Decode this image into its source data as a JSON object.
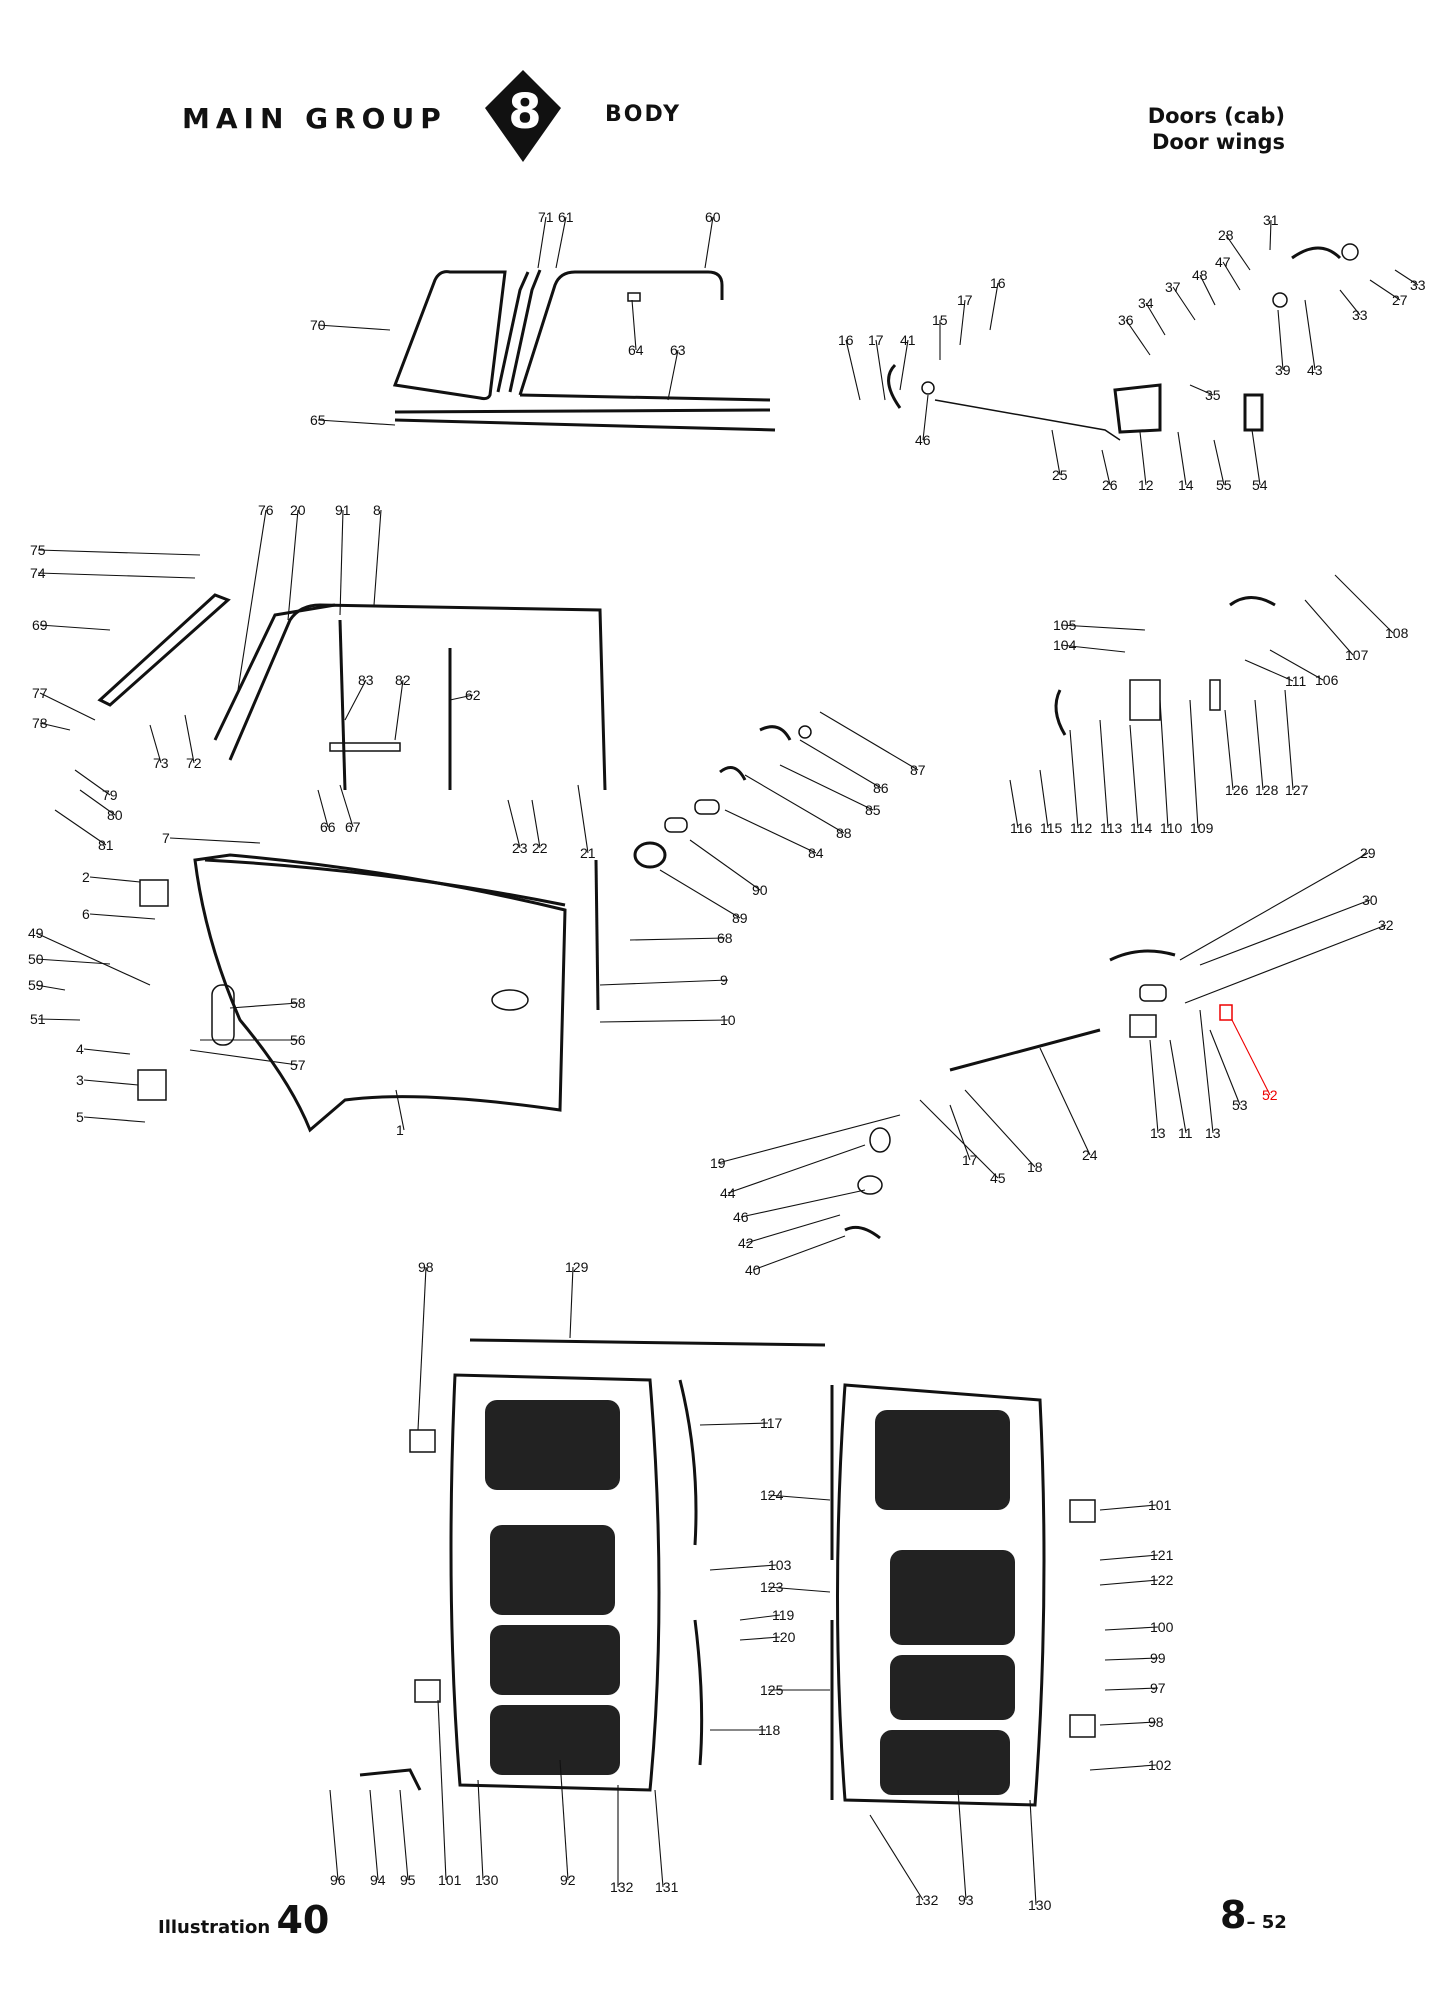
{
  "header": {
    "main_group": "MAIN GROUP",
    "group_number": "8",
    "group_name": "BODY",
    "subtitle_1": "Doors (cab)",
    "subtitle_2": "Door wings"
  },
  "footer": {
    "illustration_label": "Illustration",
    "illustration_number": "40",
    "page_main": "8",
    "page_sub": "– 52"
  },
  "callouts": [
    "71",
    "61",
    "60",
    "70",
    "64",
    "63",
    "65",
    "31",
    "28",
    "47",
    "48",
    "37",
    "36",
    "34",
    "35",
    "16",
    "17",
    "15",
    "16",
    "17",
    "41",
    "46",
    "25",
    "26",
    "12",
    "14",
    "55",
    "54",
    "39",
    "43",
    "33",
    "27",
    "33",
    "75",
    "74",
    "69",
    "77",
    "78",
    "79",
    "80",
    "81",
    "73",
    "72",
    "76",
    "20",
    "91",
    "8",
    "83",
    "82",
    "62",
    "66",
    "67",
    "23",
    "22",
    "21",
    "7",
    "2",
    "6",
    "49",
    "50",
    "59",
    "51",
    "4",
    "3",
    "5",
    "58",
    "56",
    "57",
    "1",
    "68",
    "9",
    "10",
    "87",
    "86",
    "85",
    "88",
    "84",
    "90",
    "89",
    "105",
    "104",
    "108",
    "107",
    "106",
    "111",
    "116",
    "115",
    "112",
    "113",
    "114",
    "110",
    "109",
    "126",
    "128",
    "127",
    "29",
    "30",
    "32",
    "52",
    "53",
    "13",
    "11",
    "13",
    "24",
    "18",
    "17",
    "45",
    "19",
    "44",
    "46",
    "42",
    "40",
    "98",
    "129",
    "117",
    "103",
    "119",
    "120",
    "124",
    "123",
    "125",
    "118",
    "101",
    "121",
    "122",
    "100",
    "99",
    "97",
    "98",
    "102",
    "101",
    "96",
    "94",
    "95",
    "130",
    "92",
    "132",
    "131",
    "132",
    "93",
    "130"
  ],
  "highlighted_callout": "52",
  "colors": {
    "highlight": "#e00000",
    "ink": "#111111"
  }
}
